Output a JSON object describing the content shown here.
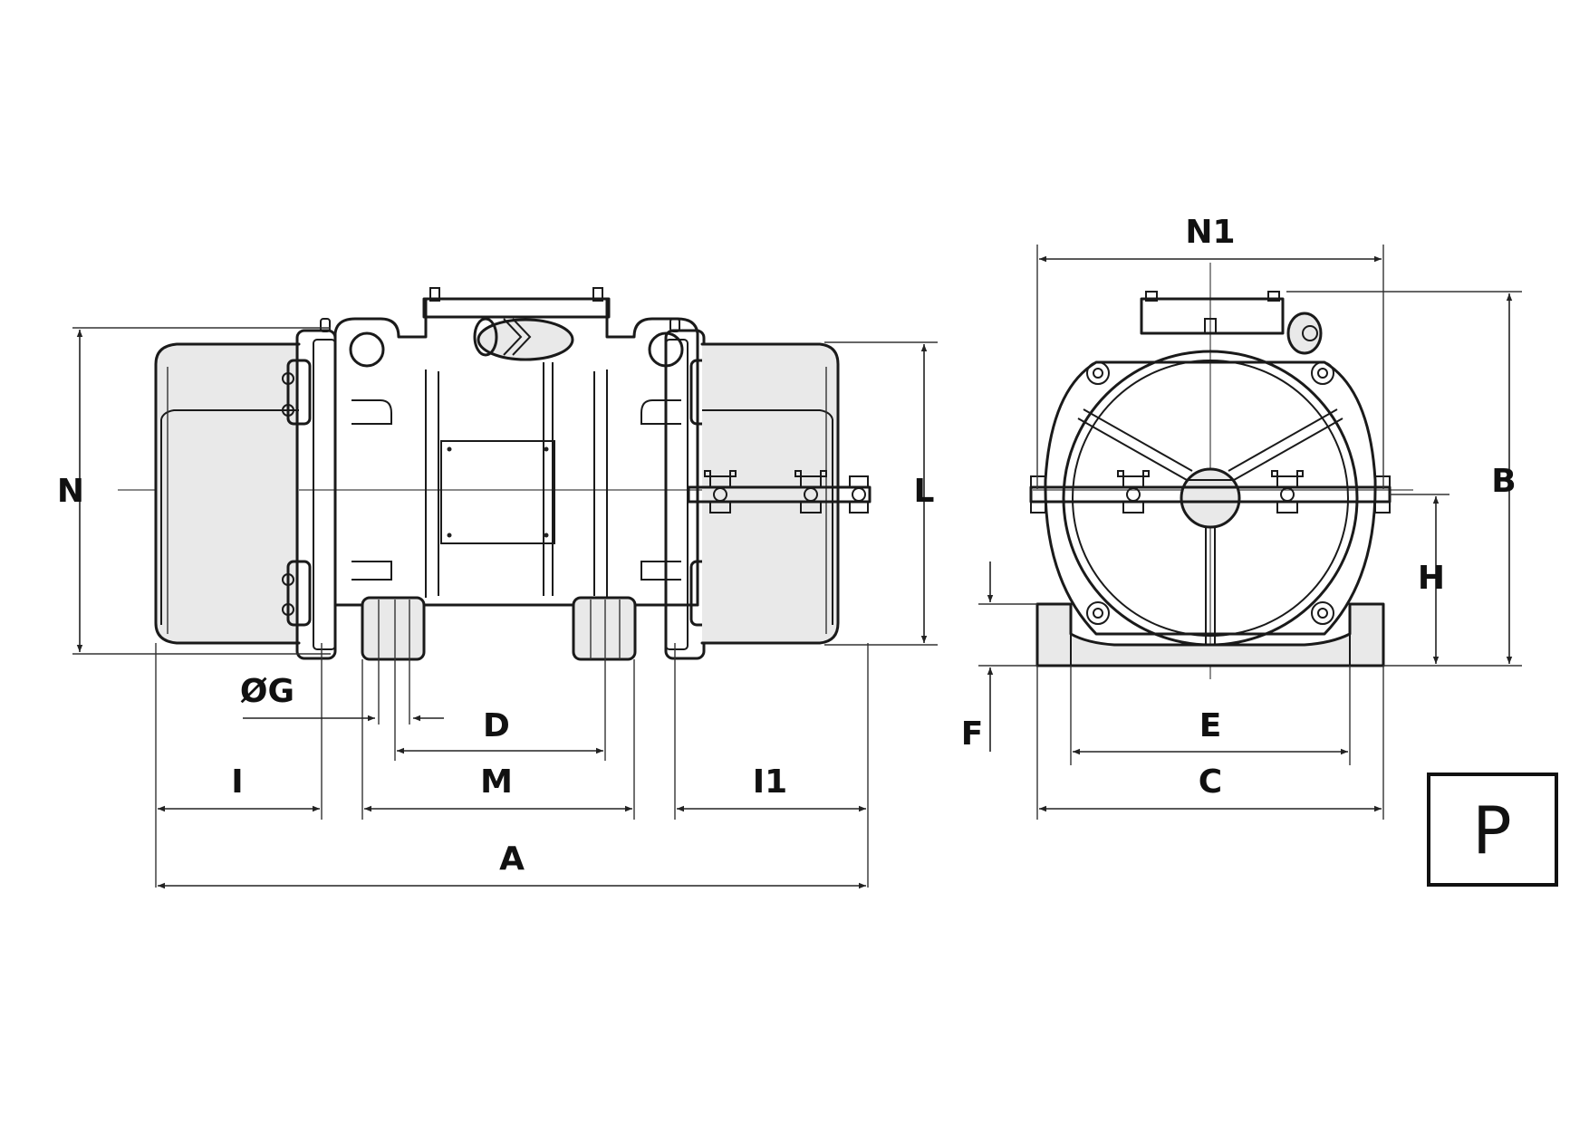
{
  "dimension_labels": {
    "N": "N",
    "L": "L",
    "OG": "ØG",
    "D": "D",
    "I": "I",
    "M": "M",
    "I1": "I1",
    "A": "A",
    "N1": "N1",
    "B": "B",
    "H": "H",
    "F": "F",
    "E": "E",
    "C": "C"
  },
  "model_box": {
    "label": "P"
  }
}
